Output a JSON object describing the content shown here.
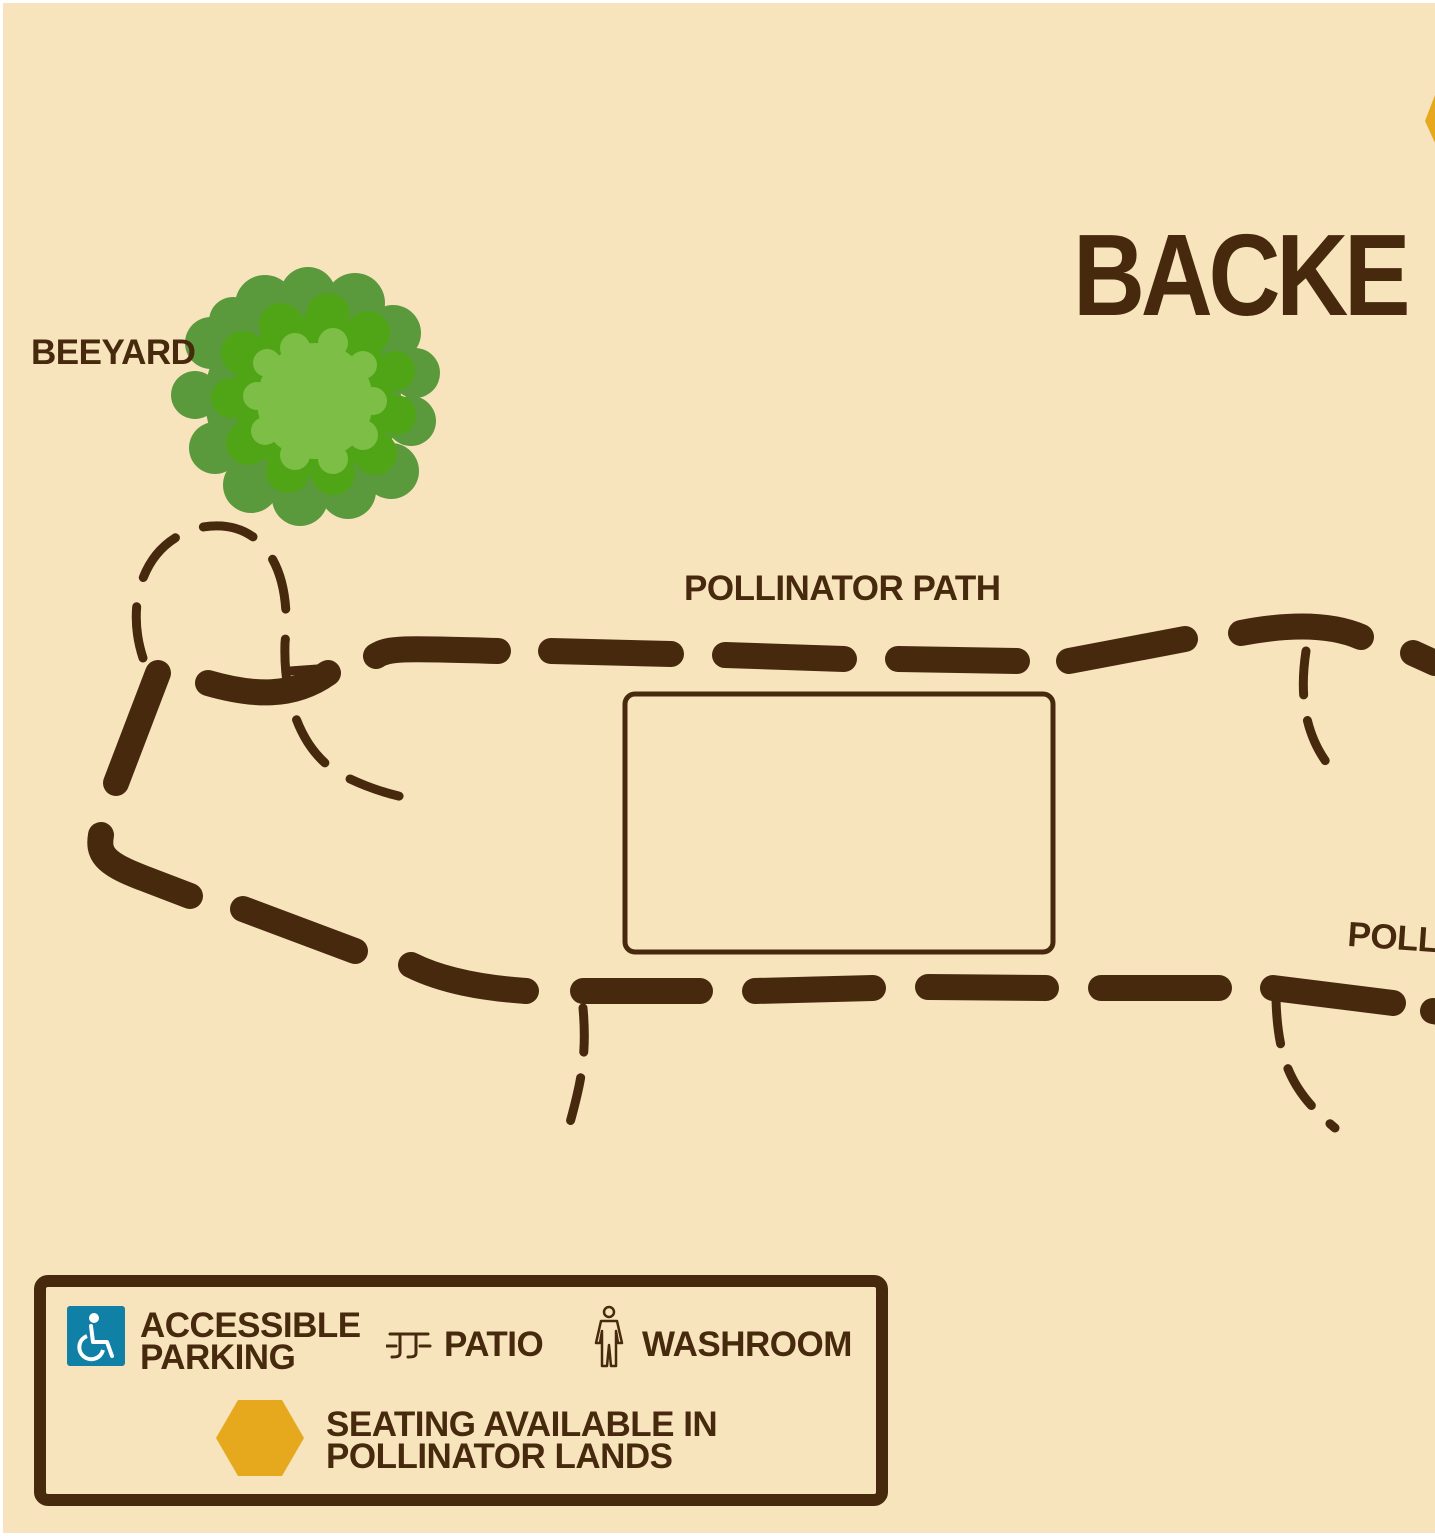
{
  "title": "BACKE",
  "labels": {
    "beeyard": "BEEYARD",
    "pollinator_path": "POLLINATOR PATH",
    "pollinator_path_partial": "POLLI"
  },
  "legend": {
    "accessible_parking_line1": "ACCESSIBLE",
    "accessible_parking_line2": "PARKING",
    "patio": "PATIO",
    "washroom": "WASHROOM",
    "seating_line1": "SEATING AVAILABLE IN",
    "seating_line2": "POLLINATOR LANDS"
  },
  "icons": {
    "accessible": "wheelchair-icon",
    "patio": "picnic-table-icon",
    "washroom": "person-icon",
    "seating": "hexagon-icon"
  },
  "colors": {
    "background": "#f7e4bd",
    "path": "#472a0d",
    "tree_dark": "#5a9a3c",
    "tree_mid": "#4fa515",
    "tree_light": "#7cbe46",
    "hexagon": "#e6a91e",
    "accessible_blue": "#1180a6"
  }
}
